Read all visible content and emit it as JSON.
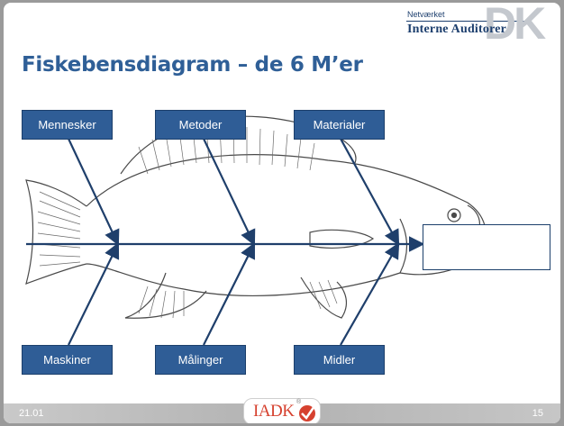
{
  "brand": {
    "network_label": "Netværket",
    "name": "Interne Auditorer",
    "mark": "DK"
  },
  "title": "Fiskebensdiagram – de 6 M’er",
  "causes_top": [
    "Mennesker",
    "Metoder",
    "Materialer"
  ],
  "causes_bottom": [
    "Maskiner",
    "Målinger",
    "Midler"
  ],
  "effect": "",
  "footer": {
    "date": "21.01",
    "page": "15",
    "logo": "IADK",
    "logo_mark": "®"
  },
  "colors": {
    "accent": "#2f5d96",
    "title": "#2f5f97",
    "logo": "#d6412f"
  }
}
